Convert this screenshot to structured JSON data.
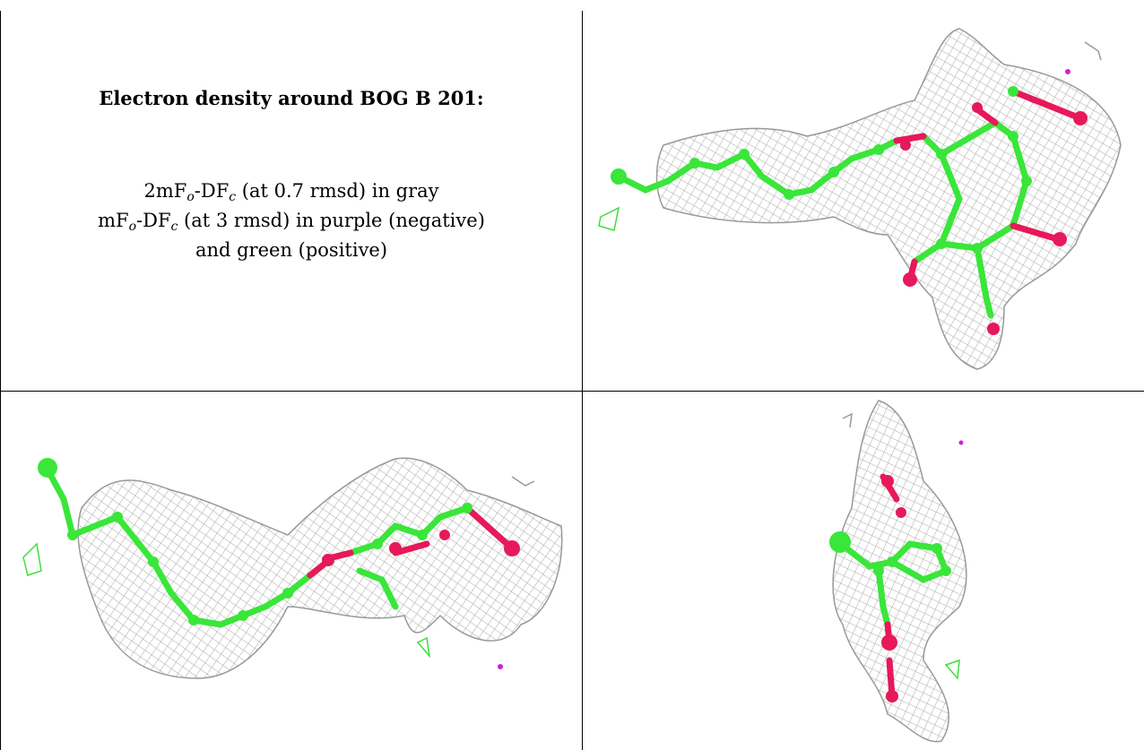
{
  "title": "Electron density around BOG B 201:",
  "legend": {
    "line1": {
      "a": "2mF",
      "sub1": "o",
      "b": "-DF",
      "sub2": "c",
      "rest": " (at 0.7 rmsd) in gray"
    },
    "line2": {
      "a": "mF",
      "sub1": "o",
      "b": "-DF",
      "sub2": "c",
      "rest": " (at 3 rmsd) in purple (negative)"
    },
    "line3": "and green (positive)"
  },
  "colors": {
    "mesh": "#a8a8a8",
    "carbon": "#39e639",
    "oxygen": "#e6195a",
    "positive_density": "#3be03b",
    "negative_density": "#d21ed2",
    "border": "#000000"
  },
  "views": [
    {
      "name": "view-top-right",
      "icon": "molecule-ring-view"
    },
    {
      "name": "view-bottom-left",
      "icon": "molecule-side-view"
    },
    {
      "name": "view-bottom-right",
      "icon": "molecule-end-view"
    }
  ]
}
